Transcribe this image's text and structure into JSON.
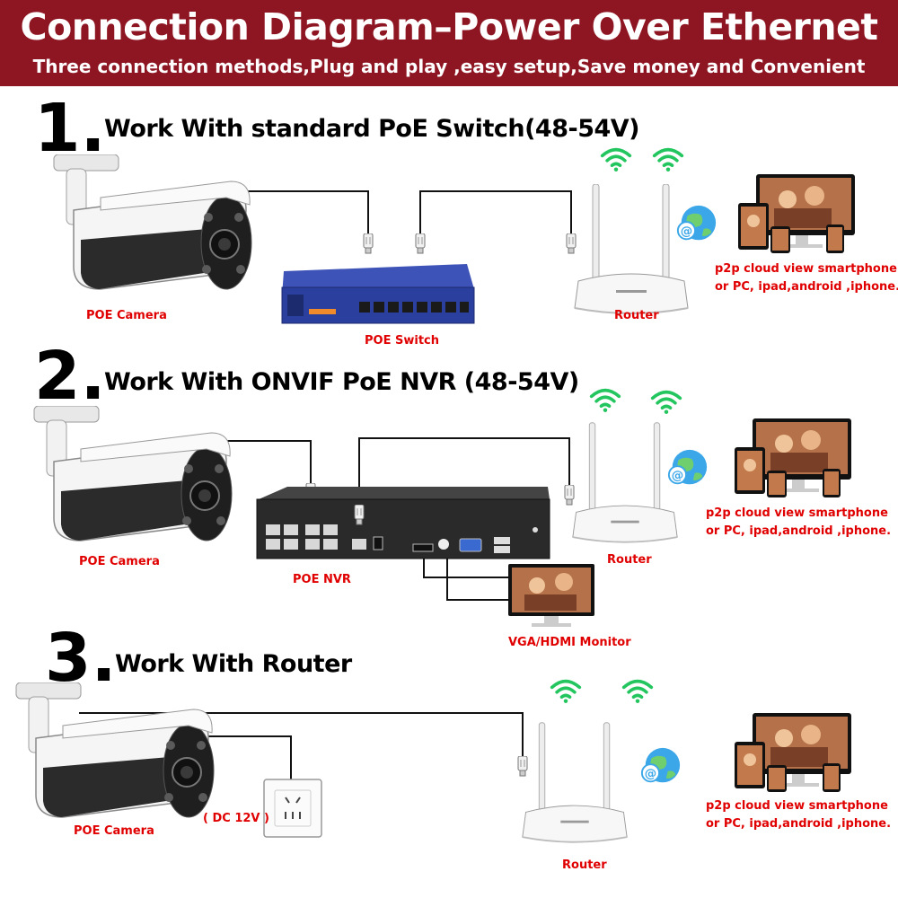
{
  "header": {
    "title": "Connection Diagram–Power Over Ethernet",
    "subtitle": "Three connection methods,Plug and play ,easy setup,Save money and Convenient",
    "background_color": "#8e1522"
  },
  "sections": [
    {
      "number": "1.",
      "title": "Work With standard PoE Switch(48-54V)",
      "camera_label": "POE Camera",
      "device_label": "POE Switch",
      "router_label": "Router",
      "cloud_label_line1": "p2p cloud view smartphone",
      "cloud_label_line2": "or PC, ipad,android ,iphone."
    },
    {
      "number": "2.",
      "title": "Work With ONVIF PoE NVR (48-54V)",
      "camera_label": "POE Camera",
      "device_label": "POE NVR",
      "router_label": "Router",
      "monitor_label": "VGA/HDMI Monitor",
      "cloud_label_line1": "p2p cloud view smartphone",
      "cloud_label_line2": "or PC, ipad,android ,iphone."
    },
    {
      "number": "3.",
      "title": "Work With Router",
      "camera_label": "POE Camera",
      "power_label": "( DC 12V )",
      "router_label": "Router",
      "cloud_label_line1": "p2p cloud view smartphone",
      "cloud_label_line2": "or PC, ipad,android ,iphone."
    }
  ],
  "colors": {
    "label_red": "#e00000",
    "switch_blue": "#2b3f9e",
    "nvr_dark": "#2a2a2a",
    "wifi_green": "#22c55e"
  }
}
